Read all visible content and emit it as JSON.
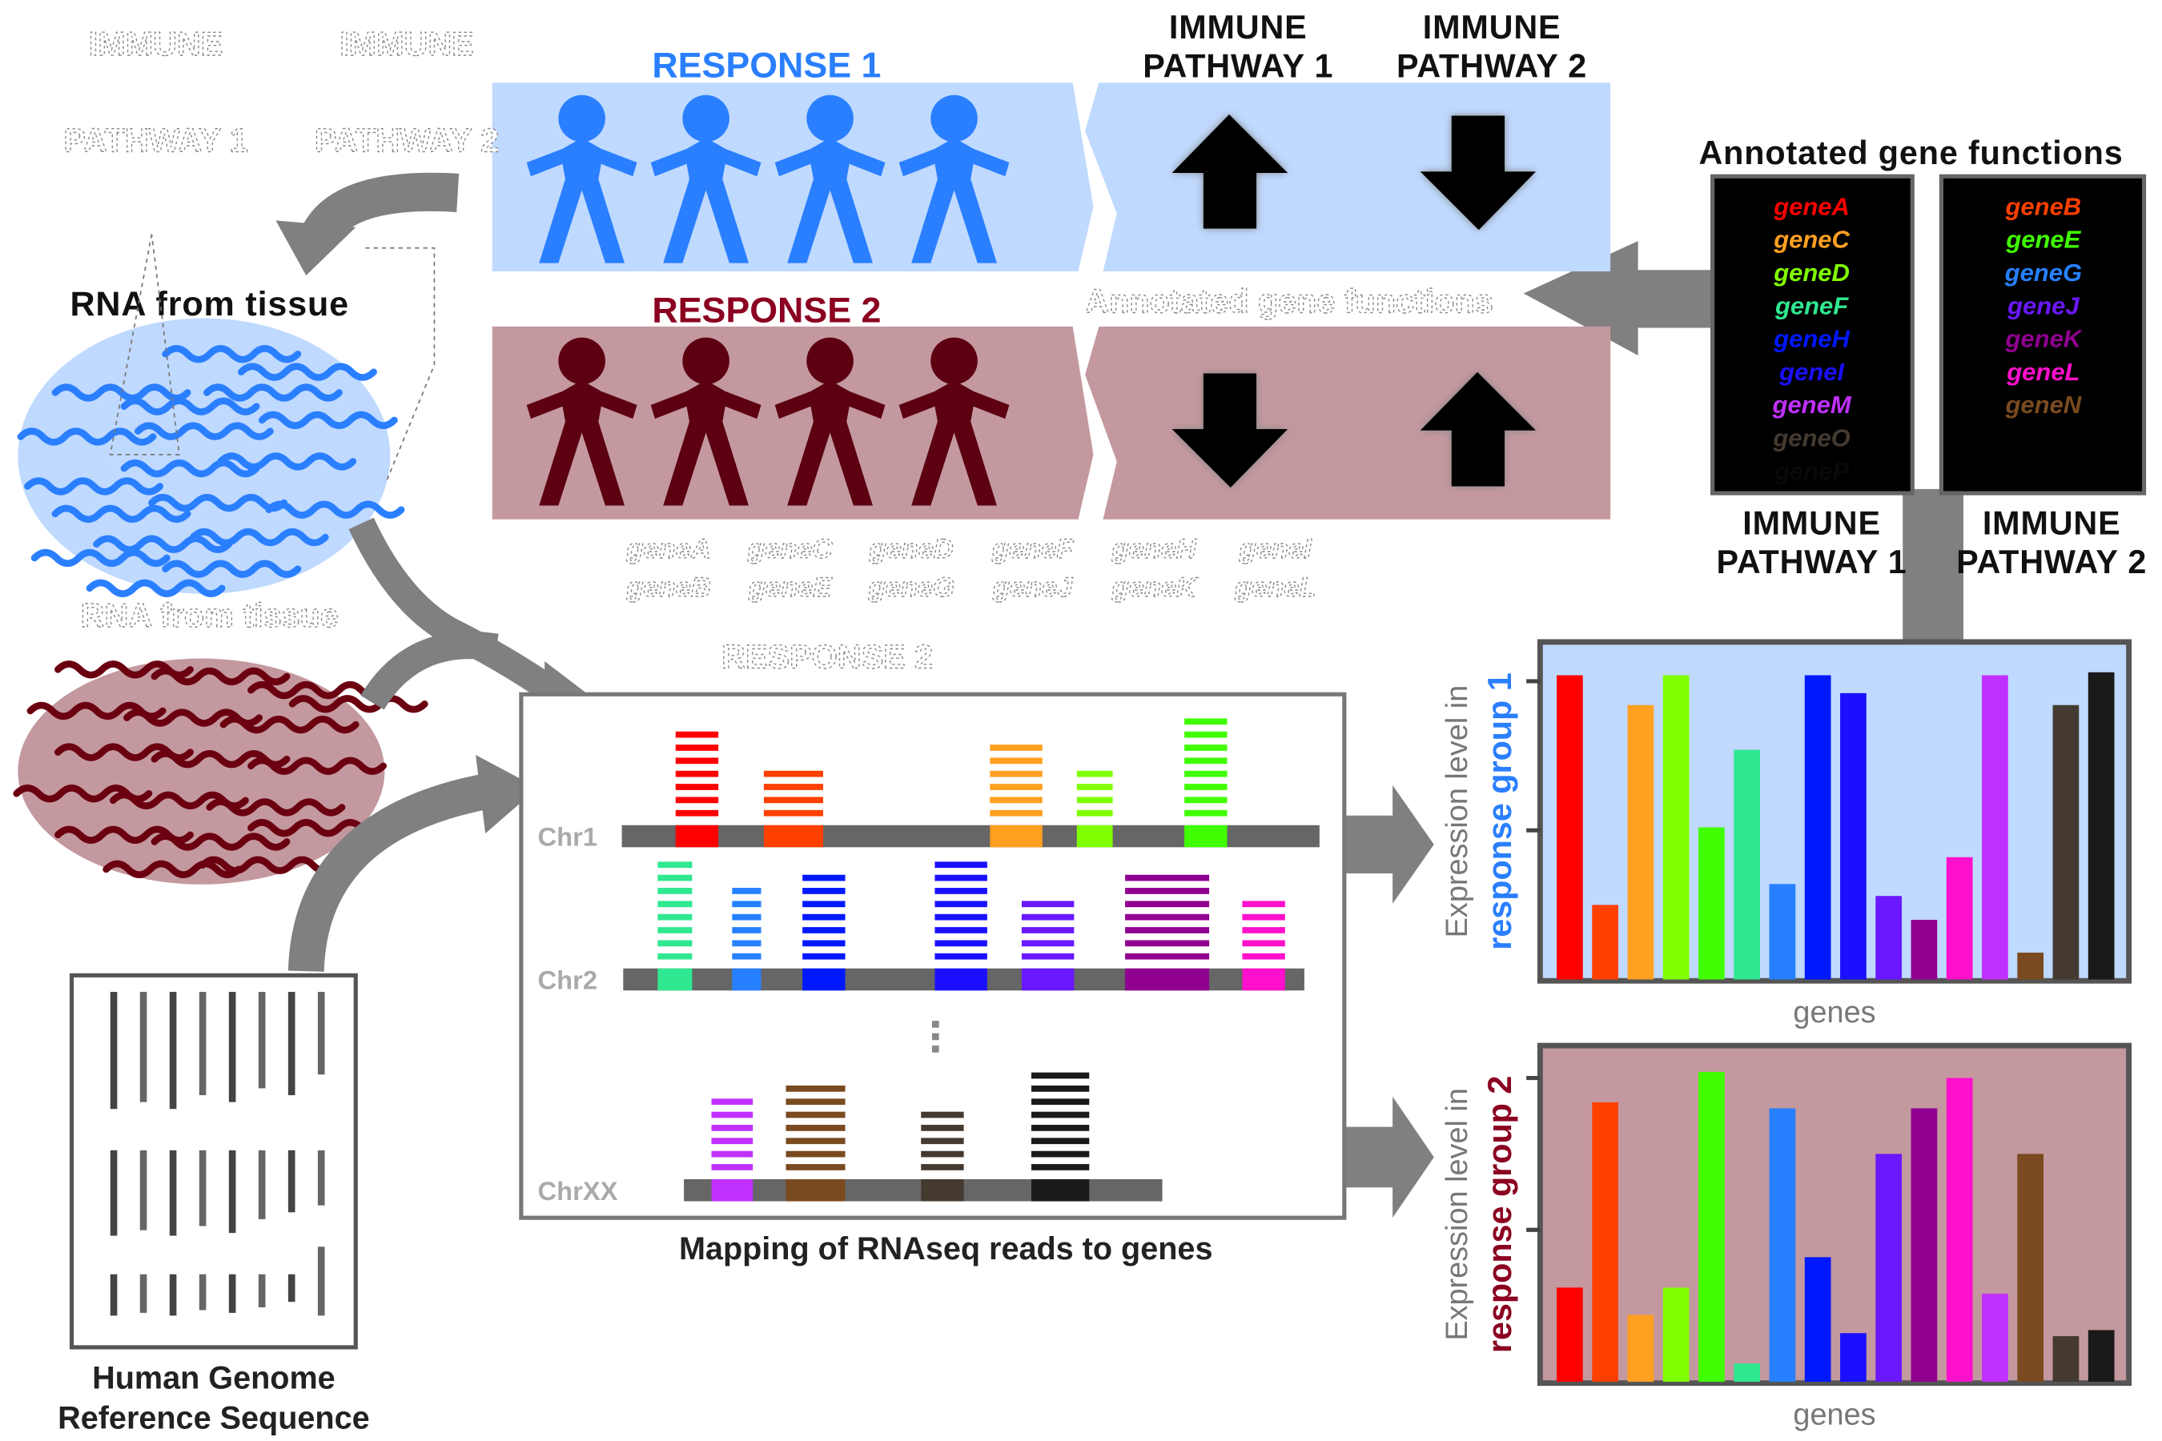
{
  "ghost_labels": {
    "top_left": [
      [
        "IMMUNE",
        "PATHWAY 1"
      ],
      [
        "IMMUNE",
        "PATHWAY 2"
      ]
    ],
    "rna_label": "RNA from tissue",
    "annotated_title": "Annotated gene functions",
    "response_label": "RESPONSE 2",
    "gene_columns": [
      [
        "geneA",
        "geneC",
        "geneD",
        "geneF",
        "geneH",
        "geneI"
      ],
      [
        "geneB",
        "geneE",
        "geneG",
        "geneJ",
        "geneK",
        "geneL"
      ]
    ]
  },
  "rna": {
    "label": "RNA from tissue",
    "colors": {
      "group1_fill": "#bfd9ff",
      "group1_wave": "#2a7fff",
      "group2_fill": "#c4989f",
      "group2_wave": "#6b0010"
    }
  },
  "responses": [
    {
      "title": "RESPONSE 1",
      "title_color": "#2a7fff",
      "band_color": "#bfd9ff",
      "person_color": "#2a7fff",
      "people_count": 4,
      "pathway_directions": [
        "up",
        "down"
      ]
    },
    {
      "title": "RESPONSE 2",
      "title_color": "#8b0020",
      "band_color": "#c4989f",
      "person_color": "#5c0012",
      "people_count": 4,
      "pathway_directions": [
        "down",
        "up"
      ]
    }
  ],
  "pathway_headers": [
    {
      "line1": "IMMUNE",
      "line2": "PATHWAY 1"
    },
    {
      "line1": "IMMUNE",
      "line2": "PATHWAY 2"
    }
  ],
  "genes": [
    {
      "name": "geneA",
      "color": "#ff0000"
    },
    {
      "name": "geneB",
      "color": "#ff4000"
    },
    {
      "name": "geneC",
      "color": "#ffa020"
    },
    {
      "name": "geneD",
      "color": "#80ff00"
    },
    {
      "name": "geneE",
      "color": "#40ff00"
    },
    {
      "name": "geneF",
      "color": "#30e890"
    },
    {
      "name": "geneG",
      "color": "#2680ff"
    },
    {
      "name": "geneH",
      "color": "#0018ff"
    },
    {
      "name": "geneI",
      "color": "#1a10ff"
    },
    {
      "name": "geneJ",
      "color": "#6a18ff"
    },
    {
      "name": "geneK",
      "color": "#900090"
    },
    {
      "name": "geneL",
      "color": "#ff10cc"
    },
    {
      "name": "geneM",
      "color": "#c030ff"
    },
    {
      "name": "geneN",
      "color": "#7a4a20"
    },
    {
      "name": "geneO",
      "color": "#453a30"
    },
    {
      "name": "geneP",
      "color": "#1a1a1a"
    }
  ],
  "annotated": {
    "title": "Annotated gene functions",
    "pathways": [
      {
        "line1": "IMMUNE",
        "line2": "PATHWAY 1",
        "genes": [
          "geneA",
          "geneC",
          "geneD",
          "geneF",
          "geneH",
          "geneI",
          "geneM",
          "geneO",
          "geneP"
        ]
      },
      {
        "line1": "IMMUNE",
        "line2": "PATHWAY 2",
        "genes": [
          "geneB",
          "geneE",
          "geneG",
          "geneJ",
          "geneK",
          "geneL",
          "geneN"
        ]
      }
    ]
  },
  "mapping": {
    "caption": "Mapping of RNAseq reads to genes",
    "chromosomes": [
      {
        "label": "Chr1",
        "genes": [
          {
            "gene": "geneA",
            "reads": 7
          },
          {
            "gene": "geneB",
            "reads": 4
          },
          {
            "gene": "geneC",
            "reads": 6
          },
          {
            "gene": "geneD",
            "reads": 4
          },
          {
            "gene": "geneE",
            "reads": 8
          }
        ]
      },
      {
        "label": "Chr2",
        "genes": [
          {
            "gene": "geneF",
            "reads": 8
          },
          {
            "gene": "geneG",
            "reads": 6
          },
          {
            "gene": "geneH",
            "reads": 7
          },
          {
            "gene": "geneI",
            "reads": 8
          },
          {
            "gene": "geneJ",
            "reads": 5
          },
          {
            "gene": "geneK",
            "reads": 7
          },
          {
            "gene": "geneL",
            "reads": 5
          }
        ]
      },
      {
        "label": "ChrXX",
        "genes": [
          {
            "gene": "geneM",
            "reads": 6
          },
          {
            "gene": "geneN",
            "reads": 7
          },
          {
            "gene": "geneO",
            "reads": 5
          },
          {
            "gene": "geneP",
            "reads": 8
          }
        ]
      }
    ]
  },
  "genome": {
    "line1": "Human Genome",
    "line2": "Reference Sequence"
  },
  "chart_data": [
    {
      "type": "bar",
      "categories": [
        "geneA",
        "geneB",
        "geneC",
        "geneD",
        "geneE",
        "geneF",
        "geneG",
        "geneH",
        "geneI",
        "geneJ",
        "geneK",
        "geneL",
        "geneM",
        "geneN",
        "geneO",
        "geneP"
      ],
      "values": [
        1.02,
        0.25,
        0.92,
        1.02,
        0.51,
        0.77,
        0.32,
        1.02,
        0.96,
        0.28,
        0.2,
        0.41,
        1.02,
        0.09,
        0.92,
        1.03
      ],
      "xlabel": "genes",
      "ylabel_line1": "Expression level in",
      "ylabel_line2": "response group 1",
      "ylabel_line2_color": "#2a7fff",
      "background": "#bfd9ff",
      "ylim": [
        0,
        1.1
      ],
      "grid": false
    },
    {
      "type": "bar",
      "categories": [
        "geneA",
        "geneB",
        "geneC",
        "geneD",
        "geneE",
        "geneF",
        "geneG",
        "geneH",
        "geneI",
        "geneJ",
        "geneK",
        "geneL",
        "geneM",
        "geneN",
        "geneO",
        "geneP"
      ],
      "values": [
        0.31,
        0.92,
        0.22,
        0.31,
        1.02,
        0.06,
        0.9,
        0.41,
        0.16,
        0.75,
        0.9,
        1.0,
        0.29,
        0.75,
        0.15,
        0.17
      ],
      "xlabel": "genes",
      "ylabel_line1": "Expression level in",
      "ylabel_line2": "response group 2",
      "ylabel_line2_color": "#8b0020",
      "background": "#c4989f",
      "ylim": [
        0,
        1.1
      ],
      "grid": false
    }
  ]
}
